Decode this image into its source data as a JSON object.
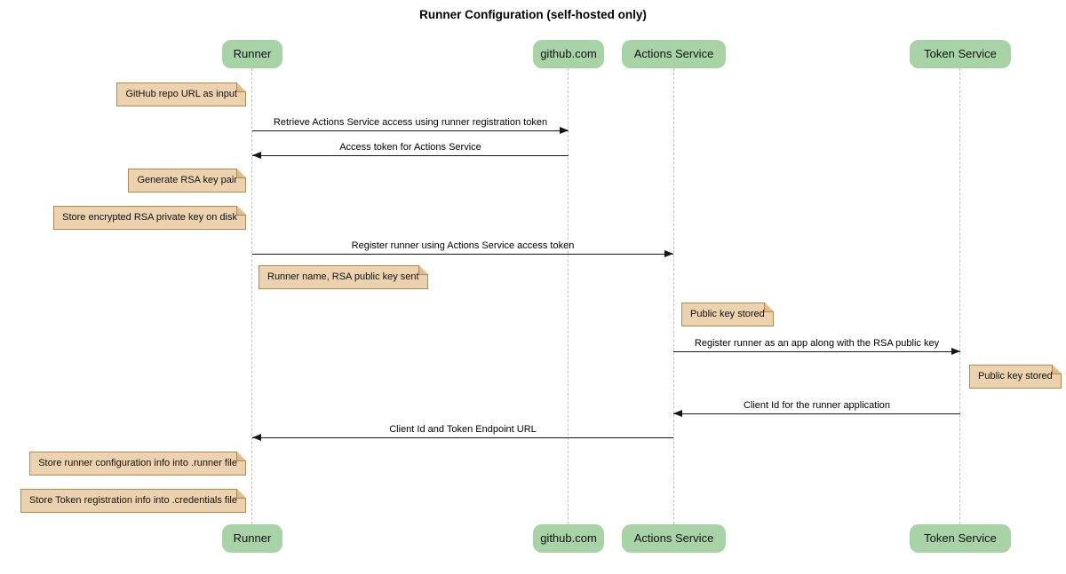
{
  "diagram": {
    "title": "Runner Configuration (self-hosted only)",
    "type": "sequence-diagram"
  },
  "participants": [
    {
      "id": "runner",
      "label": "Runner"
    },
    {
      "id": "github",
      "label": "github.com"
    },
    {
      "id": "actions-service",
      "label": "Actions Service"
    },
    {
      "id": "token-service",
      "label": "Token Service"
    }
  ],
  "messages": [
    {
      "text": "Retrieve Actions Service access using runner registration token",
      "from": "Runner",
      "to": "github.com",
      "direction": "right"
    },
    {
      "text": "Access token for Actions Service",
      "from": "github.com",
      "to": "Runner",
      "direction": "left"
    },
    {
      "text": "Register runner using Actions Service access token",
      "from": "Runner",
      "to": "Actions Service",
      "direction": "right"
    },
    {
      "text": "Register runner as an app along with the RSA public key",
      "from": "Actions Service",
      "to": "Token Service",
      "direction": "right"
    },
    {
      "text": "Client Id for the runner application",
      "from": "Token Service",
      "to": "Actions Service",
      "direction": "left"
    },
    {
      "text": "Client Id and Token Endpoint URL",
      "from": "Actions Service",
      "to": "Runner",
      "direction": "left"
    }
  ],
  "notes": [
    {
      "text": "GitHub repo URL as input",
      "position": "left of Runner"
    },
    {
      "text": "Generate RSA key pair",
      "position": "left of Runner"
    },
    {
      "text": "Store encrypted RSA private key on disk",
      "position": "left of Runner"
    },
    {
      "text": "Runner name, RSA public key sent",
      "position": "right of Runner"
    },
    {
      "text": "Public key stored",
      "position": "right of Actions Service"
    },
    {
      "text": "Public key stored",
      "position": "right of Token Service"
    },
    {
      "text": "Store runner configuration info into .runner file",
      "position": "left of Runner"
    },
    {
      "text": "Store Token registration info into .credentials file",
      "position": "left of Runner"
    }
  ],
  "colors": {
    "background": "#FFFFFF",
    "participant_fill": "#A7D3A7",
    "note_fill": "#ECD2AF",
    "note_border": "#B08950",
    "lifeline": "#C2C2C2",
    "arrow": "#161616"
  }
}
